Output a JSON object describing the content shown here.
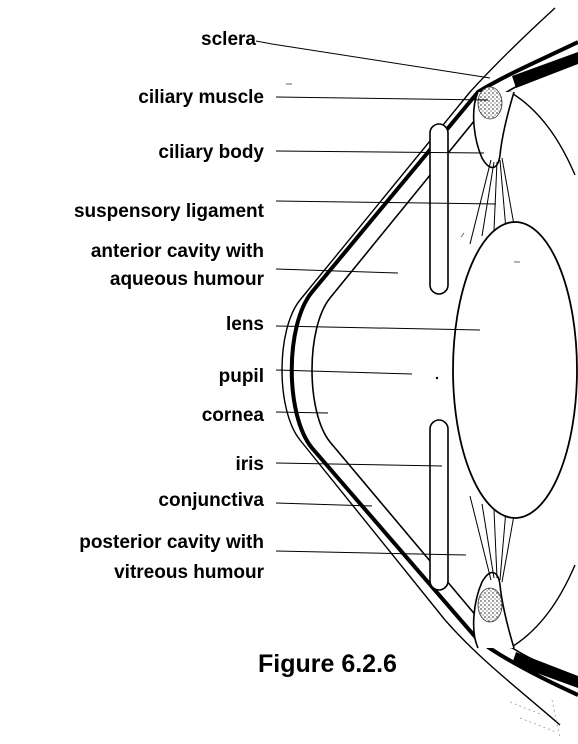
{
  "diagram": {
    "caption": "Figure 6.2.6",
    "labels": {
      "sclera": "sclera",
      "ciliary_muscle": "ciliary muscle",
      "ciliary_body": "ciliary body",
      "suspensory_ligament": "suspensory ligament",
      "anterior_cavity_line1": "anterior cavity with",
      "anterior_cavity_line2": "aqueous humour",
      "lens": "lens",
      "pupil": "pupil",
      "cornea": "cornea",
      "iris": "iris",
      "conjunctiva": "conjunctiva",
      "posterior_cavity_line1": "posterior cavity with",
      "posterior_cavity_line2": "vitreous humour"
    },
    "colors": {
      "ink": "#000000",
      "background": "#ffffff",
      "muscle_fill": "#777777"
    }
  }
}
